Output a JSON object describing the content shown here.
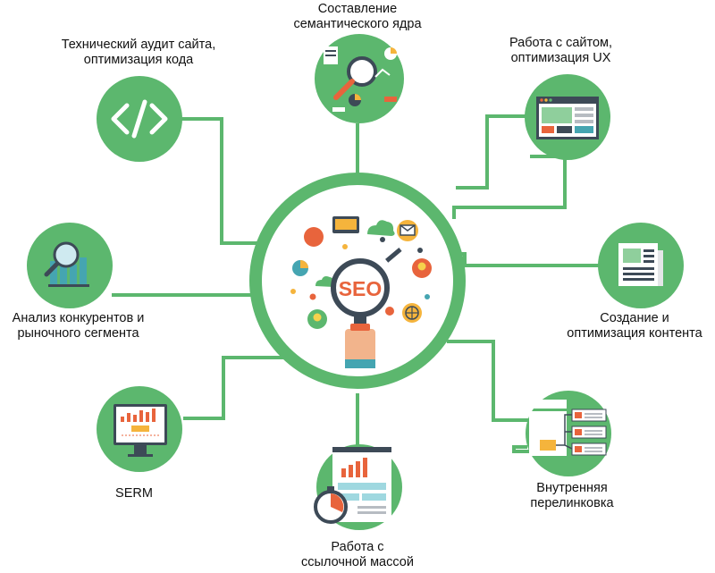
{
  "center": {
    "badge": "SEO",
    "magnifier_text": "SEO"
  },
  "colors": {
    "green": "#5cb76e",
    "orange": "#e8643c",
    "teal": "#45a5b1",
    "dark": "#3d4a57"
  },
  "nodes": [
    {
      "id": "tech",
      "icon": "code-icon",
      "lines": [
        "Технический аудит сайта,",
        "оптимизация кода"
      ]
    },
    {
      "id": "sem",
      "icon": "magnifier-analytics-icon",
      "lines": [
        "Составление",
        "семантического ядра"
      ]
    },
    {
      "id": "ux",
      "icon": "browser-window-icon",
      "lines": [
        "Работа с сайтом,",
        "оптимизация UX"
      ]
    },
    {
      "id": "content",
      "icon": "newspaper-icon",
      "lines": [
        "Создание и",
        "оптимизация контента"
      ]
    },
    {
      "id": "link",
      "icon": "sitemap-icon",
      "lines": [
        "Внутренняя",
        "перелинковка"
      ]
    },
    {
      "id": "mass",
      "icon": "stopwatch-report-icon",
      "lines": [
        "Работа с",
        "ссылочной массой"
      ]
    },
    {
      "id": "serm",
      "icon": "monitor-chart-icon",
      "lines": [
        "SERM"
      ]
    },
    {
      "id": "comp",
      "icon": "magnifier-bar-chart-icon",
      "lines": [
        "Анализ конкурентов и",
        "рыночного сегмента"
      ]
    }
  ]
}
